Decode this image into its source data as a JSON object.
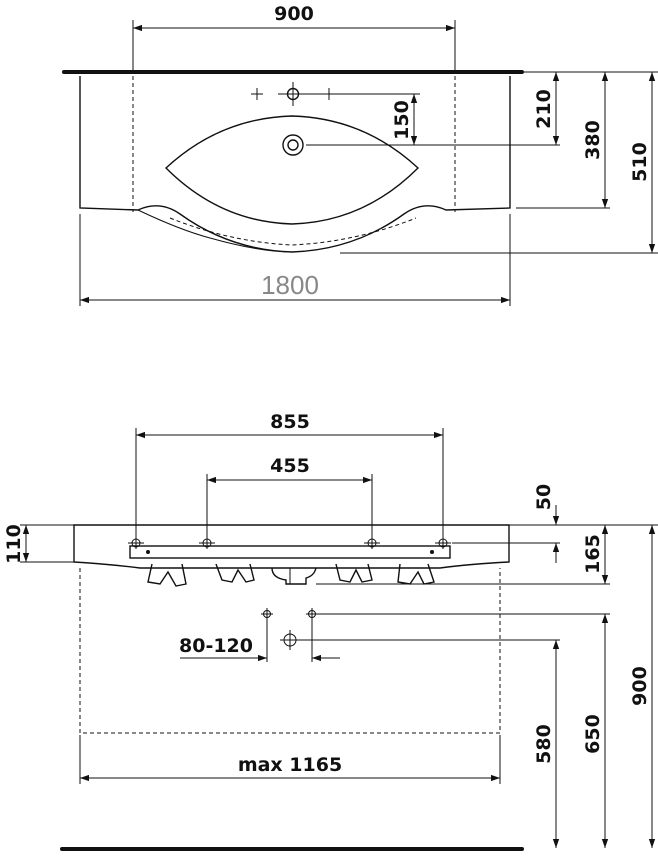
{
  "top_view": {
    "dim_width_top": "900",
    "dim_150": "150",
    "dim_210": "210",
    "dim_380": "380",
    "dim_510": "510",
    "dim_overall": "1800"
  },
  "front_view": {
    "dim_855": "855",
    "dim_455": "455",
    "dim_50": "50",
    "dim_110": "110",
    "dim_165": "165",
    "dim_80_120": "80-120",
    "dim_max_1165": "max 1165",
    "dim_580": "580",
    "dim_650": "650",
    "dim_900": "900"
  }
}
